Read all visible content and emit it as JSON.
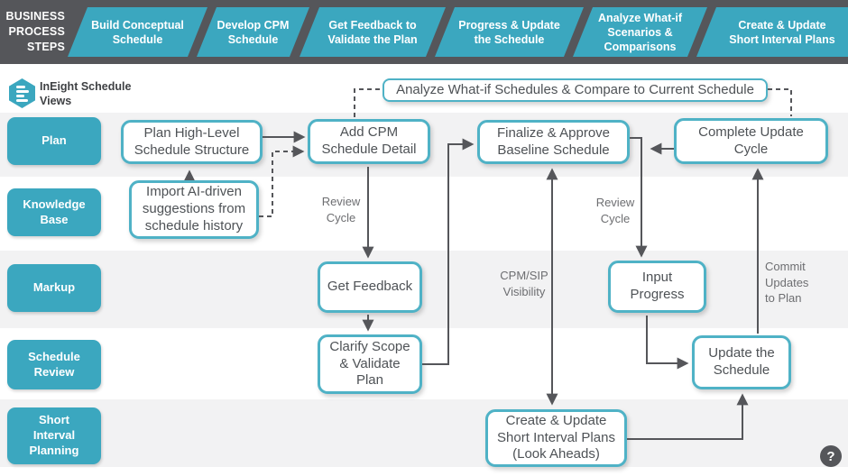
{
  "top_bar": {
    "title": "BUSINESS\nPROCESS\nSTEPS",
    "steps": [
      "Build Conceptual\nSchedule",
      "Develop CPM\nSchedule",
      "Get Feedback to\nValidate the Plan",
      "Progress & Update\nthe Schedule",
      "Analyze What-if\nScenarios &\nComparisons",
      "Create & Update\nShort Interval Plans"
    ]
  },
  "logo": {
    "text": "InEight Schedule\nViews"
  },
  "lanes": [
    "Plan",
    "Knowledge\nBase",
    "Markup",
    "Schedule\nReview",
    "Short\nInterval\nPlanning"
  ],
  "boxes": {
    "analyze_whatif": "Analyze What-if Schedules & Compare to Current Schedule",
    "plan_high_level": "Plan High-Level\nSchedule Structure",
    "import_ai": "Import AI-driven\nsuggestions from\nschedule history",
    "add_cpm": "Add CPM\nSchedule Detail",
    "finalize_baseline": "Finalize & Approve\nBaseline Schedule",
    "complete_update": "Complete Update\nCycle",
    "get_feedback": "Get Feedback",
    "clarify_scope": "Clarify Scope\n& Validate\nPlan",
    "input_progress": "Input\nProgress",
    "update_schedule": "Update the\nSchedule",
    "create_sip": "Create & Update\nShort Interval Plans\n(Look Aheads)"
  },
  "annotations": {
    "review_cycle_left": "Review\nCycle",
    "review_cycle_right": "Review\nCycle",
    "cpm_sip_visibility": "CPM/SIP\nVisibility",
    "commit_updates": "Commit\nUpdates\nto Plan"
  },
  "help": {
    "label": "?"
  },
  "colors": {
    "teal": "#3BA7BF",
    "teal_border": "#4FB2C6",
    "bar_dark": "#55565A",
    "band_gray": "#F2F2F3",
    "box_text": "#4E5256",
    "note_gray": "#6D6E71"
  }
}
